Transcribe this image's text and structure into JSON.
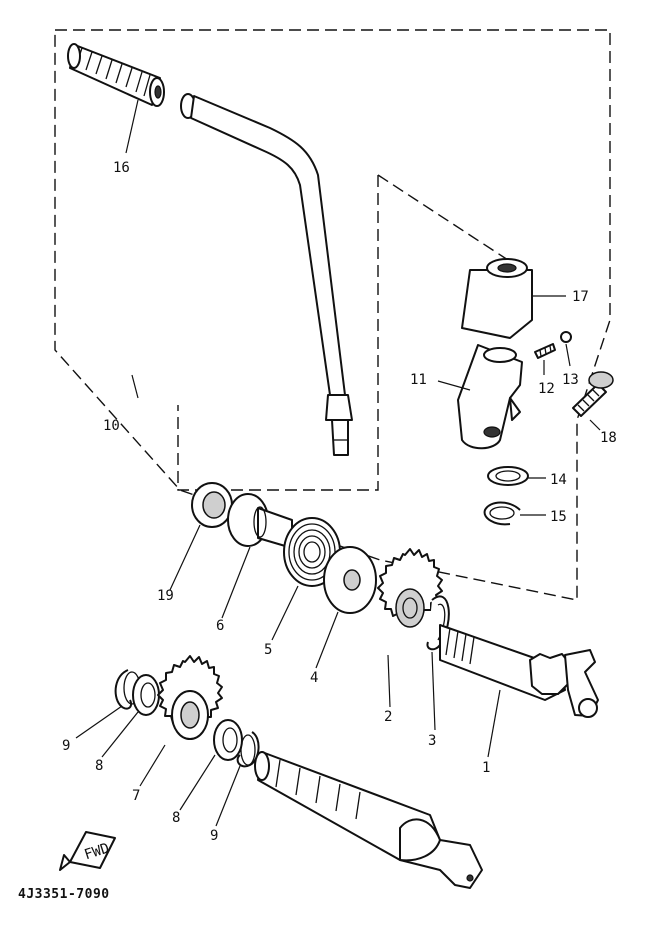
{
  "diagram": {
    "drawing_code": "4J3351-7090",
    "fwd_label": "FWD",
    "callouts": [
      {
        "id": "c1",
        "label": "1"
      },
      {
        "id": "c2",
        "label": "2"
      },
      {
        "id": "c3",
        "label": "3"
      },
      {
        "id": "c4",
        "label": "4"
      },
      {
        "id": "c5",
        "label": "5"
      },
      {
        "id": "c6",
        "label": "6"
      },
      {
        "id": "c7",
        "label": "7"
      },
      {
        "id": "c8a",
        "label": "8"
      },
      {
        "id": "c8b",
        "label": "8"
      },
      {
        "id": "c9a",
        "label": "9"
      },
      {
        "id": "c9b",
        "label": "9"
      },
      {
        "id": "c10",
        "label": "10"
      },
      {
        "id": "c11",
        "label": "11"
      },
      {
        "id": "c12",
        "label": "12"
      },
      {
        "id": "c13",
        "label": "13"
      },
      {
        "id": "c14",
        "label": "14"
      },
      {
        "id": "c15",
        "label": "15"
      },
      {
        "id": "c16",
        "label": "16"
      },
      {
        "id": "c17",
        "label": "17"
      },
      {
        "id": "c18",
        "label": "18"
      },
      {
        "id": "c19",
        "label": "19"
      }
    ]
  }
}
